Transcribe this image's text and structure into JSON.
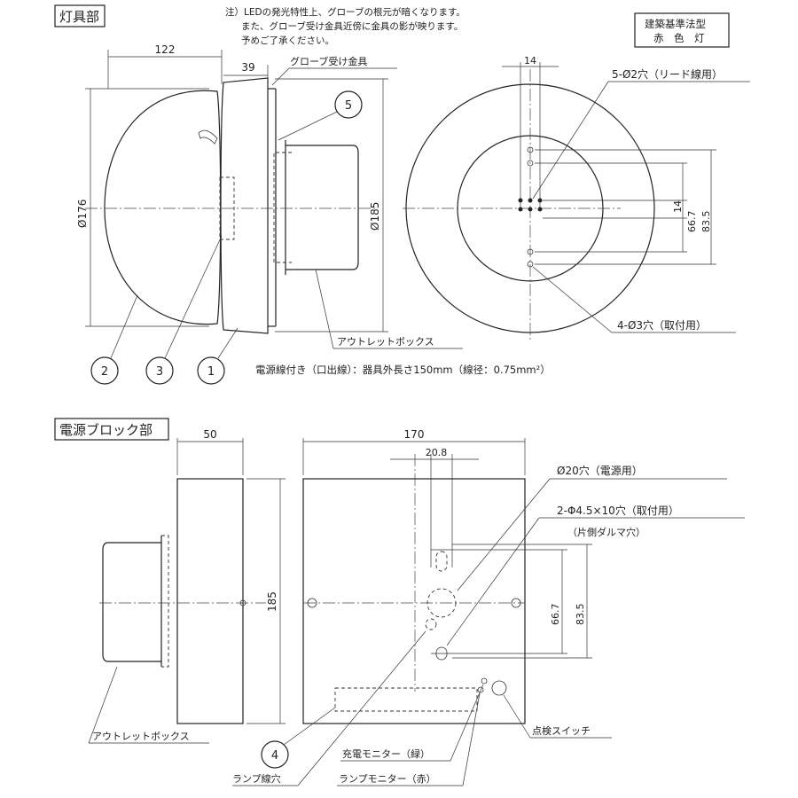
{
  "sections": {
    "fixture_title": "灯具部",
    "power_title": "電源ブロック部"
  },
  "notes": {
    "line1": "注）LEDの発光特性上、グローブの根元が暗くなります。",
    "line2": "また、グローブ受け金具近傍に金具の影が映ります。",
    "line3": "予めご了承ください。"
  },
  "badge": {
    "line1": "建築基準法型",
    "line2": "赤　色　灯"
  },
  "fixture": {
    "dim_width": "122",
    "dim_receiver": "39",
    "dim_dia_globe": "Ø176",
    "dim_dia_body": "Ø185",
    "label_globe_receiver": "グローブ受け金具",
    "label_outlet_box": "アウトレットボックス",
    "cable_note": "電源線付き（口出線）：器具外長さ150mm（線径：0.75mm²）",
    "callouts": [
      "1",
      "2",
      "3",
      "5"
    ]
  },
  "fixture_back": {
    "dim_14_top": "14",
    "dim_14_side": "14",
    "dim_66_7": "66.7",
    "dim_83_5": "83.5",
    "label_lead_holes": "5-Ø2穴（リード線用）",
    "label_mount_holes": "4-Ø3穴（取付用）"
  },
  "power_block": {
    "dim_50": "50",
    "dim_185": "185",
    "dim_170": "170",
    "dim_20_8": "20.8",
    "dim_66_7": "66.7",
    "dim_83_5": "83.5",
    "label_hole_power": "Ø20穴（電源用）",
    "label_hole_mount": "2-Φ4.5×10穴（取付用）",
    "label_hole_mount_sub": "（片側ダルマ穴）",
    "label_outlet_box": "アウトレットボックス",
    "label_lamp_hole": "ランプ線穴",
    "label_charge_monitor": "充電モニター（緑）",
    "label_lamp_monitor": "ランプモニター（赤）",
    "label_test_switch": "点検スイッチ",
    "callout_4": "4"
  }
}
